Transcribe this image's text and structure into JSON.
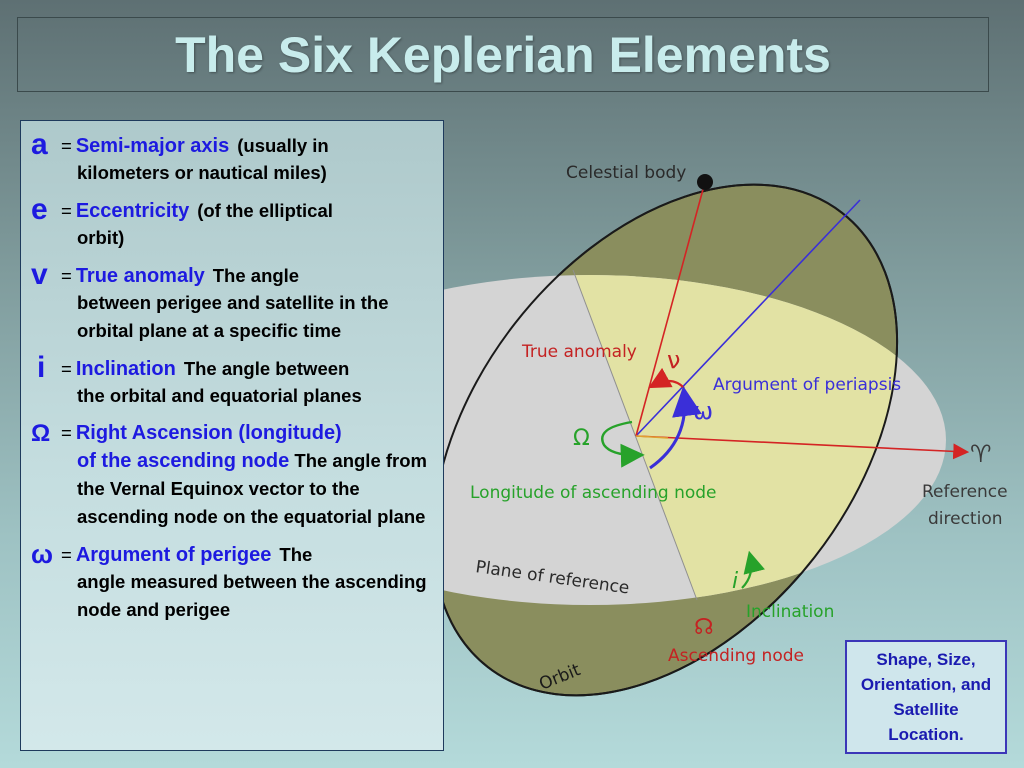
{
  "title": "The Six Keplerian Elements",
  "elements": [
    {
      "symbol": "a",
      "eq": "=",
      "term": "Semi-major axis",
      "line1_desc": "(usually in",
      "continuation": "kilometers or nautical miles)"
    },
    {
      "symbol": "e",
      "eq": "=",
      "term": "Eccentricity",
      "line1_desc": "(of the elliptical",
      "continuation": "orbit)"
    },
    {
      "symbol": "v",
      "eq": "=",
      "term": "True anomaly",
      "line1_desc": "The angle",
      "continuation": "between perigee and satellite in the orbital plane at a specific time"
    },
    {
      "symbol": "i",
      "eq": "=",
      "term": "Inclination",
      "line1_desc": "The angle between",
      "continuation": "the orbital and equatorial planes"
    },
    {
      "symbol": "Ω",
      "eq": "=",
      "term": "Right Ascension (longitude)",
      "line1_desc": "",
      "continuation_term": "of the ascending node",
      "continuation": "The angle from the Vernal Equinox vector to the ascending node on the equatorial plane"
    },
    {
      "symbol": "ω",
      "eq": "=",
      "term": "Argument of perigee",
      "line1_desc": "The",
      "continuation": "angle measured between the ascending node and perigee"
    }
  ],
  "diagram": {
    "labels": {
      "celestial_body": "Celestial body",
      "true_anomaly": "True anomaly",
      "nu_symbol": "ν",
      "argument_of_periapsis": "Argument of periapsis",
      "omega_symbol": "ω",
      "capital_omega_symbol": "Ω",
      "longitude_of_ascending_node": "Longitude of ascending node",
      "aries_symbol": "♈",
      "reference": "Reference",
      "direction": "direction",
      "plane_of_reference": "Plane of reference",
      "i_symbol": "i",
      "inclination": "Inclination",
      "ascending_node_symbol": "☊",
      "ascending_node": "Ascending node",
      "orbit": "Orbit"
    },
    "colors": {
      "orbit_fill": "#8a8e5e",
      "reference_plane": "#d4d4d4",
      "overlap": "#e2e2a4",
      "red": "#d42424",
      "blue": "#3a2fd8",
      "green": "#27a22a"
    }
  },
  "summary": "Shape, Size, Orientation, and Satellite Location."
}
